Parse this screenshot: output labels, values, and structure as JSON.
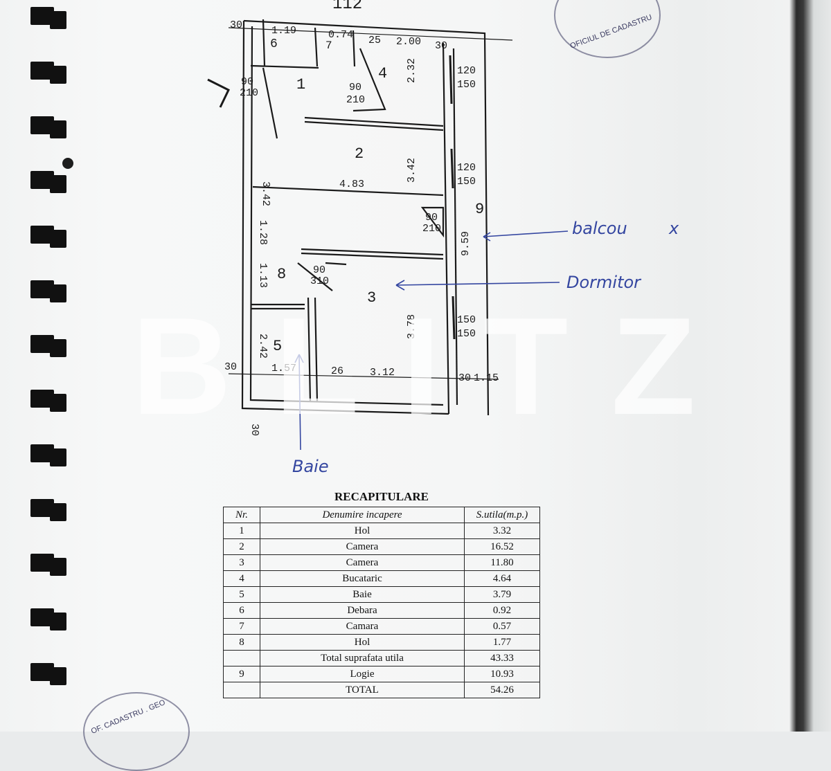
{
  "plan": {
    "top_label": "112",
    "room_numbers": [
      "1",
      "2",
      "3",
      "4",
      "5",
      "6",
      "7",
      "8",
      "9"
    ],
    "dims": {
      "d30_a": "30",
      "d119": "1.19",
      "d074": "0.74",
      "d25_a": "25",
      "d200": "2.00",
      "d30_b": "30",
      "d232": "2.32",
      "d342_a": "3.42",
      "d342_b": "3.42",
      "d483": "4.83",
      "d128": "1.28",
      "d113": "1.13",
      "d378": "3.78",
      "d242": "2.42",
      "d157": "1.57",
      "d26": "26",
      "d312": "3.12",
      "d30_c": "30",
      "d30_d": "30",
      "d30_e": "30",
      "d115": "1.15",
      "d959": "9.59",
      "w120_150_a": "120",
      "w150_a": "150",
      "w120_b": "120",
      "w150_b": "150",
      "w150_c": "150",
      "w150_d": "150",
      "door90": "90",
      "door210": "210",
      "door310": "310"
    }
  },
  "annotations": {
    "balcon": "balcou",
    "dormitor": "Dormitor",
    "baie": "Baie"
  },
  "watermark": "BLITZ",
  "recap": {
    "title": "RECAPITULARE",
    "headers": [
      "Nr.",
      "Denumire incapere",
      "S.utila(m.p.)"
    ],
    "rows": [
      {
        "nr": "1",
        "name": "Hol",
        "value": "3.32"
      },
      {
        "nr": "2",
        "name": "Camera",
        "value": "16.52"
      },
      {
        "nr": "3",
        "name": "Camera",
        "value": "11.80"
      },
      {
        "nr": "4",
        "name": "Bucataric",
        "value": "4.64"
      },
      {
        "nr": "5",
        "name": "Baie",
        "value": "3.79"
      },
      {
        "nr": "6",
        "name": "Debara",
        "value": "0.92"
      },
      {
        "nr": "7",
        "name": "Camara",
        "value": "0.57"
      },
      {
        "nr": "8",
        "name": "Hol",
        "value": "1.77"
      },
      {
        "nr": "",
        "name": "Total suprafata utila",
        "value": "43.33"
      },
      {
        "nr": "9",
        "name": "Logie",
        "value": "10.93"
      },
      {
        "nr": "",
        "name": "TOTAL",
        "value": "54.26"
      }
    ]
  },
  "stamps": {
    "top": "OFICIUL DE CADASTRU",
    "bottom": "OF. CADASTRU . GEO"
  }
}
